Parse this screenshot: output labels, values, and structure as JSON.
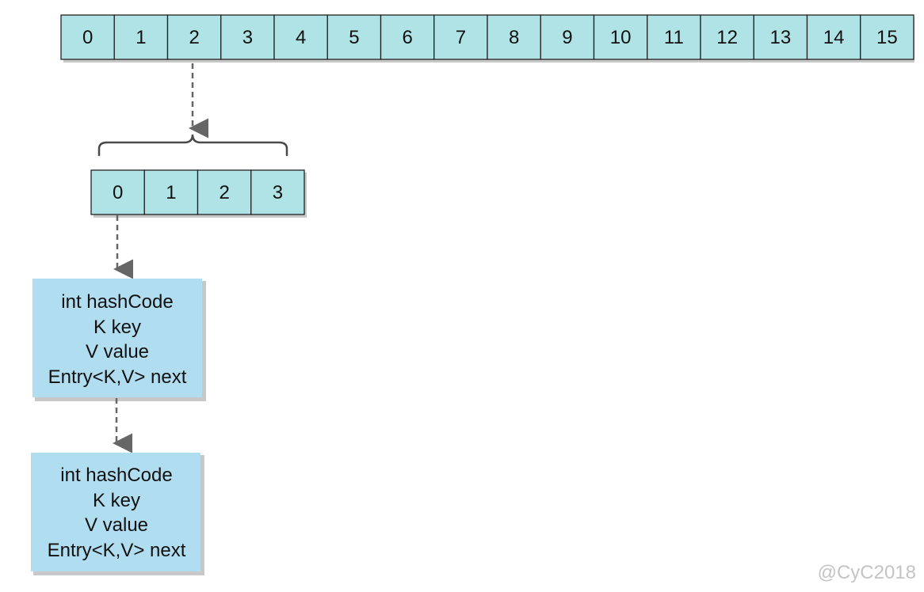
{
  "table": {
    "indices": [
      "0",
      "1",
      "2",
      "3",
      "4",
      "5",
      "6",
      "7",
      "8",
      "9",
      "10",
      "11",
      "12",
      "13",
      "14",
      "15"
    ]
  },
  "segment": {
    "indices": [
      "0",
      "1",
      "2",
      "3"
    ]
  },
  "nodes": [
    {
      "lines": [
        "int hashCode",
        "K key",
        "V value",
        "Entry<K,V> next"
      ]
    },
    {
      "lines": [
        "int hashCode",
        "K key",
        "V value",
        "Entry<K,V> next"
      ]
    }
  ],
  "watermark": "@CyC2018",
  "colors": {
    "cell_fill": "#b0e3e6",
    "node_fill": "#b1ddf0",
    "stroke": "#222222",
    "arrow": "#666666",
    "shadow": "#c8c8c8",
    "brace": "#4a4a4a"
  }
}
